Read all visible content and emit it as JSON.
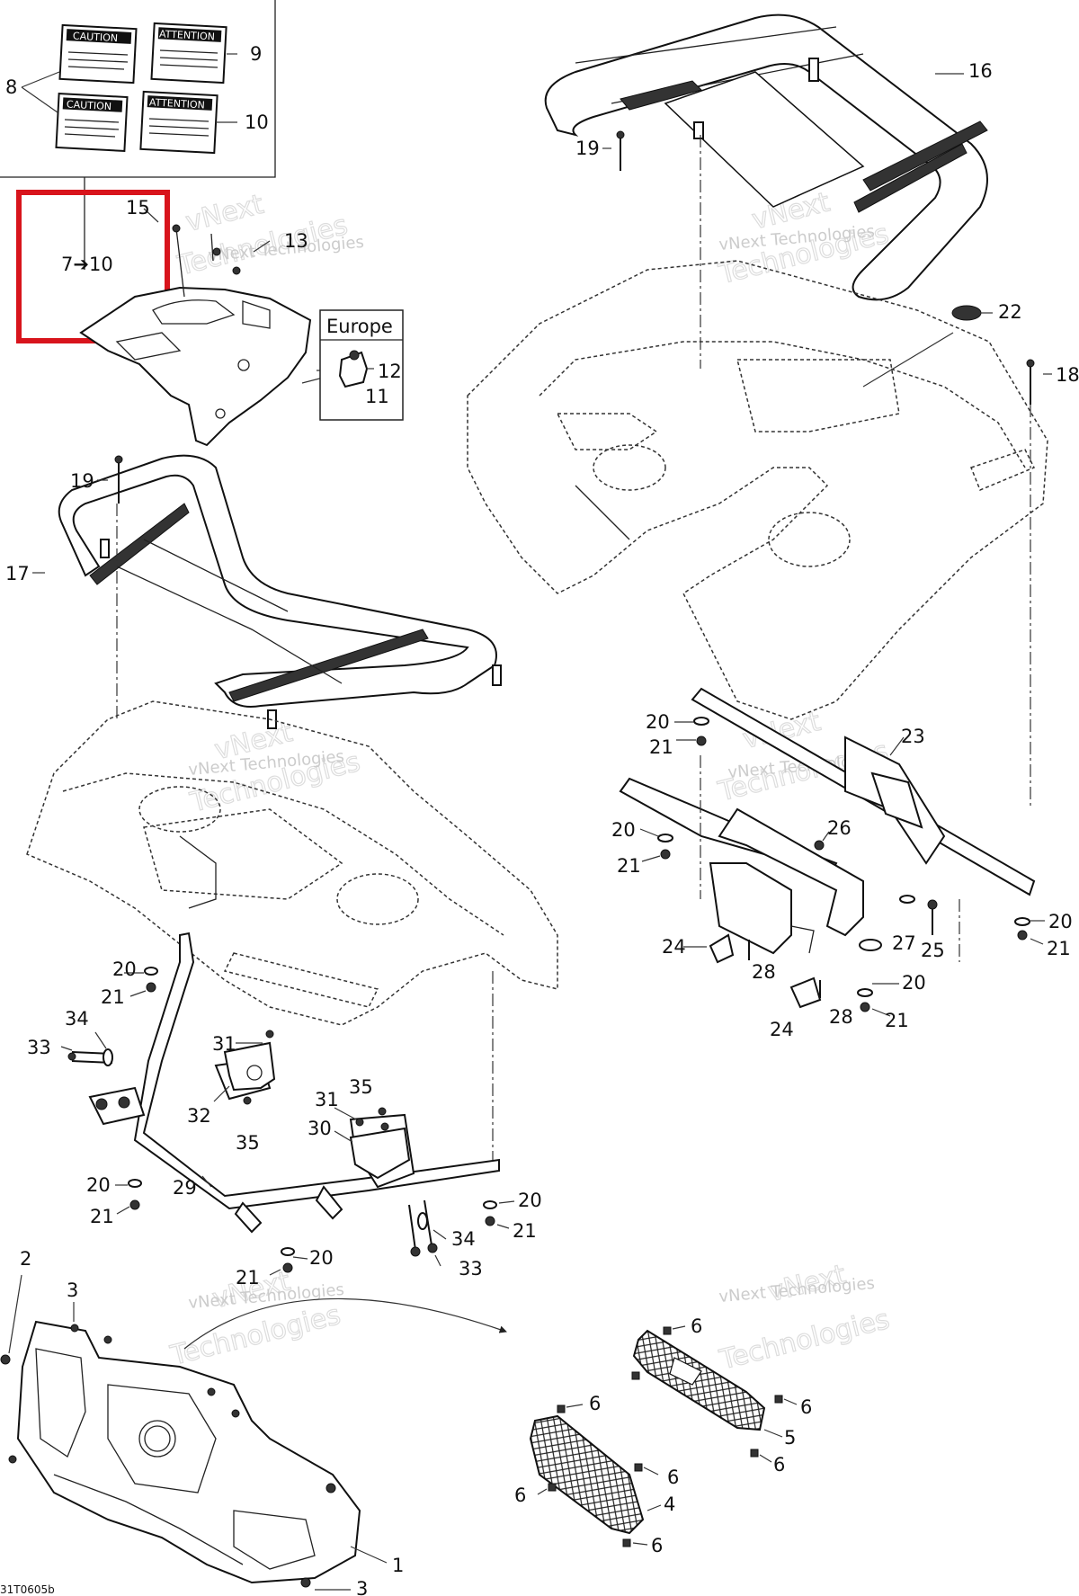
{
  "decals": {
    "caution_title": "CAUTION",
    "attention_title": "ATTENTION"
  },
  "callouts": {
    "item_range": "7➔10",
    "region_label": "Europe"
  },
  "watermark": {
    "brand": "vNext Technologies",
    "word1": "vNext",
    "word2": "Technologies"
  },
  "drawing_code": "31T0605b",
  "highlight_color": "#d8141c",
  "reference_numbers": {
    "r1": "1",
    "r2": "2",
    "r3a": "3",
    "r3b": "3",
    "r4": "4",
    "r5": "5",
    "r6a": "6",
    "r6b": "6",
    "r6c": "6",
    "r6d": "6",
    "r6e": "6",
    "r6f": "6",
    "r6g": "6",
    "r8": "8",
    "r9": "9",
    "r10": "10",
    "r11": "11",
    "r12": "12",
    "r13": "13",
    "r15": "15",
    "r16": "16",
    "r17": "17",
    "r18": "18",
    "r19a": "19",
    "r19b": "19",
    "r20a": "20",
    "r20b": "20",
    "r20c": "20",
    "r20d": "20",
    "r20e": "20",
    "r20f": "20",
    "r20g": "20",
    "r20h": "20",
    "r21a": "21",
    "r21b": "21",
    "r21c": "21",
    "r21d": "21",
    "r21e": "21",
    "r21f": "21",
    "r21g": "21",
    "r21h": "21",
    "r22": "22",
    "r23": "23",
    "r24a": "24",
    "r24b": "24",
    "r25": "25",
    "r26": "26",
    "r27": "27",
    "r28a": "28",
    "r28b": "28",
    "r29": "29",
    "r30": "30",
    "r31a": "31",
    "r31b": "31",
    "r32": "32",
    "r33a": "33",
    "r33b": "33",
    "r34a": "34",
    "r34b": "34",
    "r35a": "35",
    "r35b": "35"
  }
}
